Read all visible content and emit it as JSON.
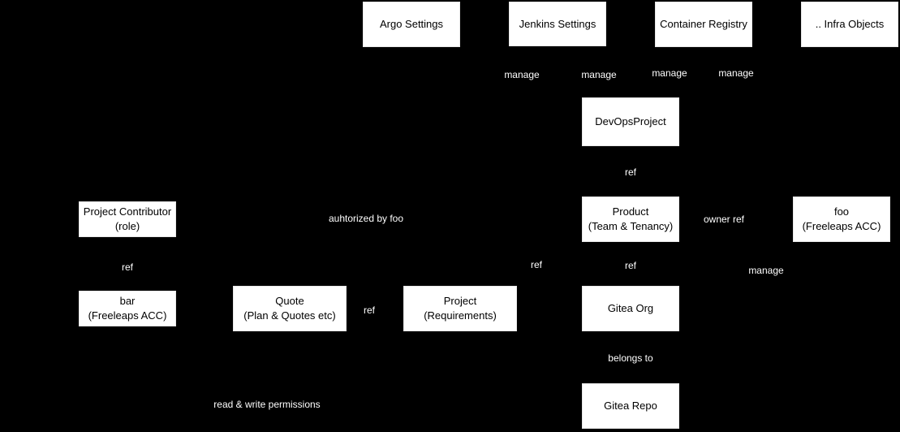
{
  "diagram": {
    "background_color": "#000000",
    "node_fill_color": "#ffffff",
    "node_text_color": "#000000",
    "edge_label_text_color": "#ffffff",
    "nodes": [
      {
        "id": "argo-settings",
        "lines": [
          "Argo Settings"
        ]
      },
      {
        "id": "jenkins-settings",
        "lines": [
          "Jenkins Settings"
        ]
      },
      {
        "id": "container-registry",
        "lines": [
          "Container Registry"
        ]
      },
      {
        "id": "infra-objects",
        "lines": [
          ".. Infra Objects"
        ]
      },
      {
        "id": "devops-project",
        "lines": [
          "DevOpsProject"
        ]
      },
      {
        "id": "product",
        "lines": [
          "Product",
          "(Team & Tenancy)"
        ]
      },
      {
        "id": "foo-account",
        "lines": [
          "foo",
          "(Freeleaps ACC)"
        ]
      },
      {
        "id": "project-contributor",
        "lines": [
          "Project Contributor",
          "(role)"
        ]
      },
      {
        "id": "bar-account",
        "lines": [
          "bar",
          "(Freeleaps ACC)"
        ]
      },
      {
        "id": "quote",
        "lines": [
          "Quote",
          "(Plan & Quotes etc)"
        ]
      },
      {
        "id": "project",
        "lines": [
          "Project",
          "(Requirements)"
        ]
      },
      {
        "id": "gitea-org",
        "lines": [
          "Gitea Org"
        ]
      },
      {
        "id": "gitea-repo",
        "lines": [
          "Gitea Repo"
        ]
      }
    ],
    "edge_labels": [
      {
        "id": "manage-argo",
        "text": "manage"
      },
      {
        "id": "manage-jenkins",
        "text": "manage"
      },
      {
        "id": "manage-registry",
        "text": "manage"
      },
      {
        "id": "manage-infra",
        "text": "manage"
      },
      {
        "id": "ref-devops-product",
        "text": "ref"
      },
      {
        "id": "authorized-by-foo",
        "text": "auhtorized by foo"
      },
      {
        "id": "owner-ref",
        "text": "owner ref"
      },
      {
        "id": "ref-contributor-bar",
        "text": "ref"
      },
      {
        "id": "ref-project-product",
        "text": "ref"
      },
      {
        "id": "ref-product-giteaorg",
        "text": "ref"
      },
      {
        "id": "manage-foo-giteaorg",
        "text": "manage"
      },
      {
        "id": "ref-quote-project",
        "text": "ref"
      },
      {
        "id": "belongs-to",
        "text": "belongs to"
      },
      {
        "id": "read-write-permissions",
        "text": "read & write permissions"
      }
    ]
  }
}
